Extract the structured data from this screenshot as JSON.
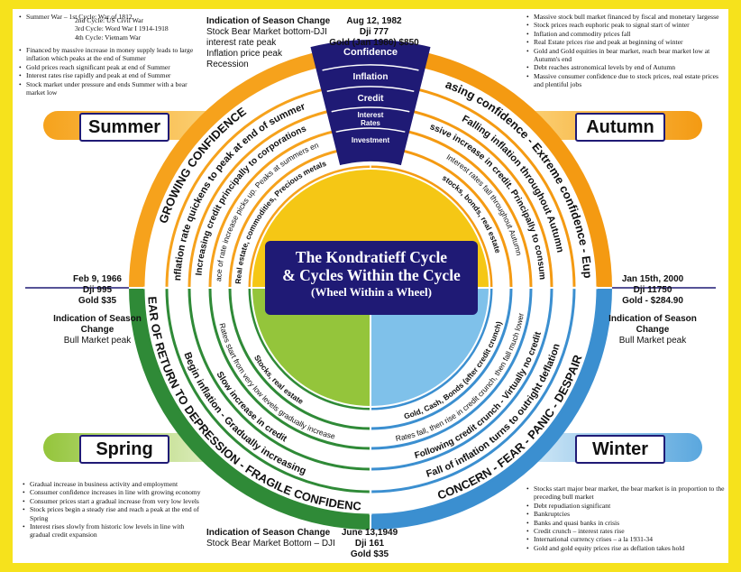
{
  "title": {
    "line1": "The Kondratieff Cycle",
    "line2": "& Cycles Within the Cycle",
    "line3": "(Wheel Within a Wheel)"
  },
  "seasons": {
    "summer": "Summer",
    "autumn": "Autumn",
    "spring": "Spring",
    "winter": "Winter"
  },
  "spokes": [
    "Confidence",
    "Inflation",
    "Credit",
    "Interest Rates",
    "Investment"
  ],
  "summer_rings": [
    "GROWING CONFIDENCE",
    "Inflation rate quickens to peak at end of summer.",
    "Increasing credit principally to corporations",
    "Pace of rate increase picks up. Peaks at summers end",
    "Real estate, commodities, Precious metals"
  ],
  "autumn_rings": [
    "Increasing confidence - Extreme confidence - Euphoria",
    "Falling inflation throughout Autumn",
    "Massive increase in credit. Principally to consumers",
    "Interest rates fall throughout Autumn",
    "stocks, bonds, real estate"
  ],
  "spring_rings": [
    "FEAR OF RETURN TO DEPRESSION - FRAGILE CONFIDENCE",
    "Begin inflation - Gradually increasing",
    "Slow increase in credit",
    "Rates start from very low levels gradually increase",
    "Stocks, real estate"
  ],
  "winter_rings": [
    "CONCERN - FEAR - PANIC - DESPAIR",
    "Fall of inflation turns to outright deflation",
    "Following credit crunch - Virtually no credit",
    "Rates fall, then rise in credit crunch, then fall much lower",
    "Gold, Cash, Bonds (after credit crunch)"
  ],
  "top_center": {
    "indication_title": "Indication of Season Change",
    "indication_lines": [
      "Stock Bear Market bottom-DJI",
      "interest rate peak",
      "Inflation price peak",
      "Recession"
    ],
    "date": "Aug 12, 1982",
    "dji": "Dji 777",
    "gold": "Gold (Jan 1980) $850"
  },
  "bottom_center": {
    "indication_title": "Indication of Season Change",
    "indication_line": "Stock Bear Market Bottom – DJI",
    "date": "June 13,1949",
    "dji": "Dji 161",
    "gold": "Gold $35"
  },
  "left_side": {
    "date": "Feb 9, 1966",
    "dji": "Dji 995",
    "gold": "Gold $35",
    "indication_title": "Indication of Season Change",
    "indication_line": "Bull Market peak"
  },
  "right_side": {
    "date": "Jan 15th, 2000",
    "dji": "Dji 11750",
    "gold": "Gold - $284.90",
    "indication_title": "Indication of Season Change",
    "indication_line": "Bull Market peak"
  },
  "summer_cycles": {
    "first": "Summer War – 1st Cycle: War of 1812",
    "second": "2nd Cycle: US Civil War",
    "third": "3rd Cycle: Word War I 1914-1918",
    "fourth": "4th Cycle: Vietnam War"
  },
  "summer_notes": [
    "Financed by massive increase in money supply leads to large inflation which peaks at the end of Summer",
    "Gold prices reach significant peak at end of Summer",
    "Interest rates rise rapidly and peak at end of Summer",
    "Stock market under pressure and ends Summer with a bear market low"
  ],
  "autumn_notes": [
    "Massive stock bull market financed by fiscal and monetary largesse",
    "Stock prices reach euphoric peak to signal start of winter",
    "Inflation and commodity prices fall",
    "Real Estate prices rise and peak at beginning of winter",
    "Gold and Gold equities in bear market, reach bear market low at Autumn's end",
    "Debt reaches astronomical levels by end of Autumn",
    "Massive consumer confidence due to stock prices, real estate prices and plentiful jobs"
  ],
  "spring_notes": [
    "Gradual increase in business activity and employment",
    "Consumer confidence increases in line with growing economy",
    "Consumer prices start a gradual increase from very low levels",
    "Stock prices begin a steady rise and reach a peak at the end of Spring",
    "Interest rises slowly from historic low levels in line with gradual credit expansion"
  ],
  "winter_notes": [
    "Stocks start major bear market, the bear market is in proportion to the preceding bull market",
    "Debt repudiation significant",
    "Bankruptcies",
    "Banks and quasi banks in crisis",
    "Credit crunch – interest rates rise",
    "International currency crises – a la 1931-34",
    "Gold and gold equity prices rise as deflation takes hold"
  ],
  "colors": {
    "border": "#f6e21c",
    "navy": "#1f1a75",
    "summer_orange": "#f6a21c",
    "summer_yellow": "#f5c715",
    "autumn_orange": "#f49a12",
    "spring_green": "#2f8a37",
    "spring_light": "#94c53b",
    "winter_blue": "#3b8fd0",
    "winter_light": "#7fc1ea"
  }
}
